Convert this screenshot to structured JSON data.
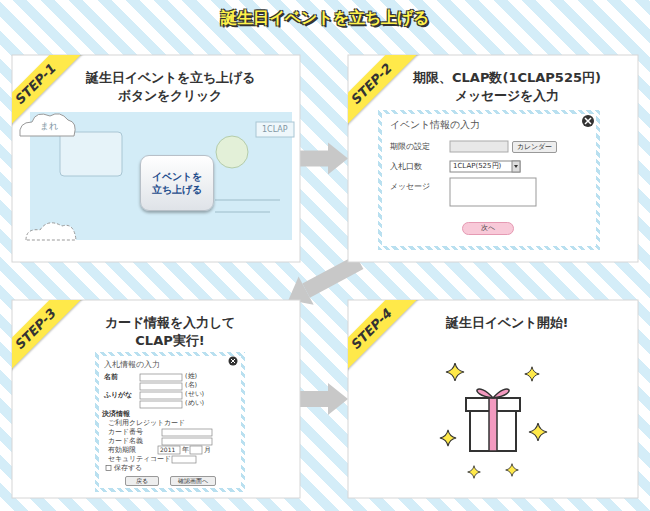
{
  "diagram": {
    "title": "誕生日イベントを立ち上げる",
    "nodes": [
      {
        "text": [
          "STEP-1",
          "誕生日イベントを立ち上げる ボタンをクリック"
        ]
      },
      {
        "text": [
          "STEP-2",
          "期限、CLAP数(1CLAP525円) メッセージを入力"
        ]
      },
      {
        "text": [
          "STEP-3",
          "カード情報を入力して CLAP実行!"
        ]
      },
      {
        "text": [
          "STEP-4",
          "誕生日イベント開始!"
        ]
      },
      {
        "text": [
          "イベントを 立ち上げる"
        ],
        "in": 0
      },
      {
        "text": [
          "イベント情報の入力"
        ],
        "in": 1
      },
      {
        "text": [
          "入札情報の入力"
        ],
        "in": 2
      },
      {
        "text": [
          "カレンダー"
        ],
        "in": 5
      },
      {
        "text": [
          "次へ"
        ],
        "in": 5
      },
      {
        "text": [
          "戻る"
        ],
        "in": 6
      },
      {
        "text": [
          "確認画面へ"
        ],
        "in": 6
      }
    ],
    "edges": [
      {
        "from": 0,
        "to": 1,
        "arrow": "to"
      },
      {
        "from": 1,
        "to": 2,
        "arrow": "to"
      },
      {
        "from": 2,
        "to": 3,
        "arrow": "to"
      }
    ],
    "labels": [
      "まれ",
      "1CLAP",
      "期限の設定",
      "入札口数",
      "1CLAP(525円)",
      "メッセージ",
      "名前",
      "(姓)",
      "(名)",
      "ふりがな",
      "(せい)",
      "(めい)",
      "決済情報",
      "ご利用クレジットカード",
      "カード番号",
      "カード名義",
      "有効期限",
      "2011",
      "年",
      "月",
      "セキュリティコード",
      "保存する"
    ]
  }
}
